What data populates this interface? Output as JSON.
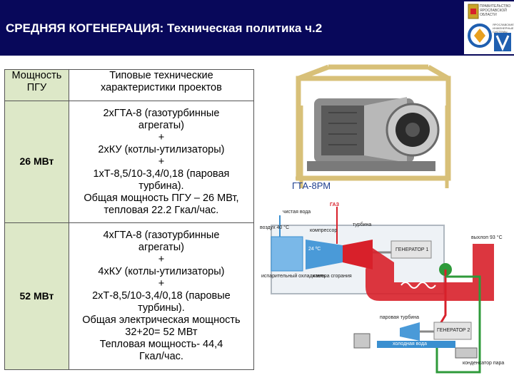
{
  "header": {
    "title": "СРЕДНЯЯ КОГЕНЕРАЦИЯ: Техническая политика ч.2"
  },
  "logo": {
    "text1": "ПРАВИТЕЛЬСТВО ЯРОСЛАВСКОЙ ОБЛАСТИ",
    "text2": "ЯРОСЛАВСКИЕ ИНЖЕНЕРНЫЕ СИСТЕМЫ"
  },
  "table": {
    "header_power": [
      "Мощность",
      "ПГУ"
    ],
    "header_desc": [
      "Типовые технические",
      "характеристики проектов"
    ],
    "rows": [
      {
        "power": "26 МВт",
        "desc": [
          "2хГТА-8 (газотурбинные",
          "агрегаты)",
          "+",
          "2хКУ (котлы-утилизаторы)",
          "+",
          "1хТ-8,5/10-3,4/0,18 (паровая",
          "турбина).",
          "Общая мощность ПГУ – 26 МВт,",
          "тепловая  22.2 Гкал/час."
        ]
      },
      {
        "power": "52 МВт",
        "desc": [
          "4хГТА-8 (газотурбинные",
          "агрегаты)",
          "+",
          "4хКУ (котлы-утилизаторы)",
          "+",
          "2хТ-8,5/10-3,4/0,18 (паровые",
          "турбины).",
          "Общая электрическая мощность",
          "32+20= 52 МВт",
          "Тепловая мощность- 44,4",
          "Гкал/час."
        ]
      }
    ]
  },
  "photo": {
    "caption": "ГТА-8РМ"
  },
  "diagram": {
    "labels": {
      "clean_water": "чистая вода",
      "gas": "ГАЗ",
      "air": "воздух 40 °C",
      "compressor": "компрессор",
      "turbine": "турбина",
      "generator1": "ГЕНЕРАТОР 1",
      "exhaust": "выхлоп 93 °C",
      "evap_cooler": "испарительный охладитель",
      "combustion": "камера сгорания",
      "temp": "24 ºC",
      "steam_turbine": "паровая турбина",
      "generator2": "ГЕНЕРАТОР 2",
      "cold_water": "холодная вода",
      "condenser": "конденсатор пара"
    }
  },
  "colors": {
    "header_bg": "#08085a",
    "table_header_bg": "#dde8c8",
    "caption": "#1f3f8f",
    "exhaust_red": "#d8202a",
    "water_blue": "#3a8fd0",
    "steam_green": "#2e9a3a"
  }
}
